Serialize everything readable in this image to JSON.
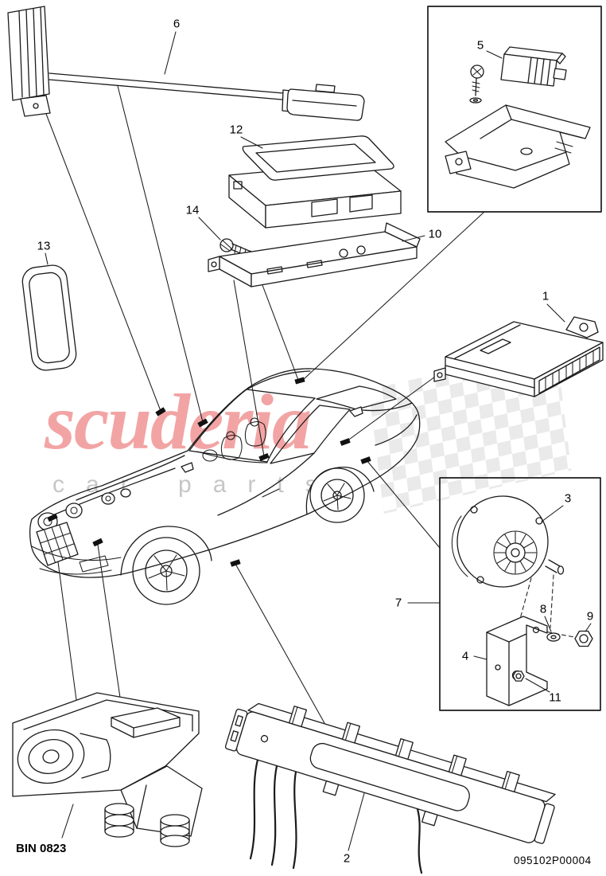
{
  "watermark": {
    "title": "scuderia",
    "subtitle": "car parts"
  },
  "footer": {
    "bin_label": "BIN 0823",
    "part_code": "095102P00004"
  },
  "callouts": {
    "n1": "1",
    "n2": "2",
    "n3": "3",
    "n4": "4",
    "n5": "5",
    "n6": "6",
    "n7": "7",
    "n8": "8",
    "n9": "9",
    "n10": "10",
    "n11": "11",
    "n12": "12",
    "n13": "13",
    "n14": "14"
  },
  "colors": {
    "watermark_red": "#ef8e8e",
    "watermark_gray": "#c6c6c6",
    "line": "#1b1b1b"
  }
}
